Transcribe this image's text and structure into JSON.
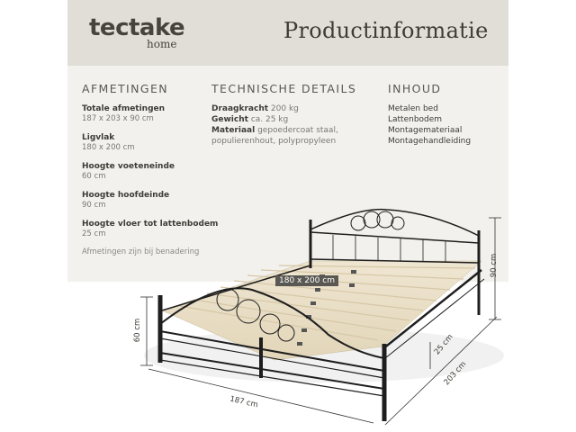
{
  "header": {
    "brand": "tectake",
    "brand_sub": "home",
    "title": "Productinformatie"
  },
  "colors": {
    "header_bg": "#e1ded7",
    "panel_bg": "#f2f1ed",
    "text_dark": "#3e3c36",
    "text_muted": "#7a7872",
    "frame": "#1e1e1e"
  },
  "afmetingen": {
    "heading": "AFMETINGEN",
    "specs": [
      {
        "label": "Totale afmetingen",
        "value": "187 x 203 x 90 cm"
      },
      {
        "label": "Ligvlak",
        "value": "180 x 200 cm"
      },
      {
        "label": "Hoogte voeteneinde",
        "value": "60 cm"
      },
      {
        "label": "Hoogte hoofdeinde",
        "value": "90 cm"
      },
      {
        "label": "Hoogte vloer tot lattenbodem",
        "value": "25 cm"
      }
    ],
    "note": "Afmetingen zijn bij benadering"
  },
  "technische_details": {
    "heading": "TECHNISCHE DETAILS",
    "items": [
      {
        "label": "Draagkracht",
        "value": "200 kg"
      },
      {
        "label": "Gewicht",
        "value": "ca. 25 kg"
      },
      {
        "label": "Materiaal",
        "value": "gepoedercoat staal,"
      }
    ],
    "continuation": "populierenhout, polypropyleen"
  },
  "inhoud": {
    "heading": "INHOUD",
    "items": [
      "Metalen bed",
      "Lattenbodem",
      "Montagemateriaal",
      "Montagehandleiding"
    ]
  },
  "diagram": {
    "badge": "180 x 200 cm",
    "height_head": "90 cm",
    "height_foot": "60 cm",
    "height_slats": "25 cm",
    "width": "187 cm",
    "length": "203 cm"
  }
}
